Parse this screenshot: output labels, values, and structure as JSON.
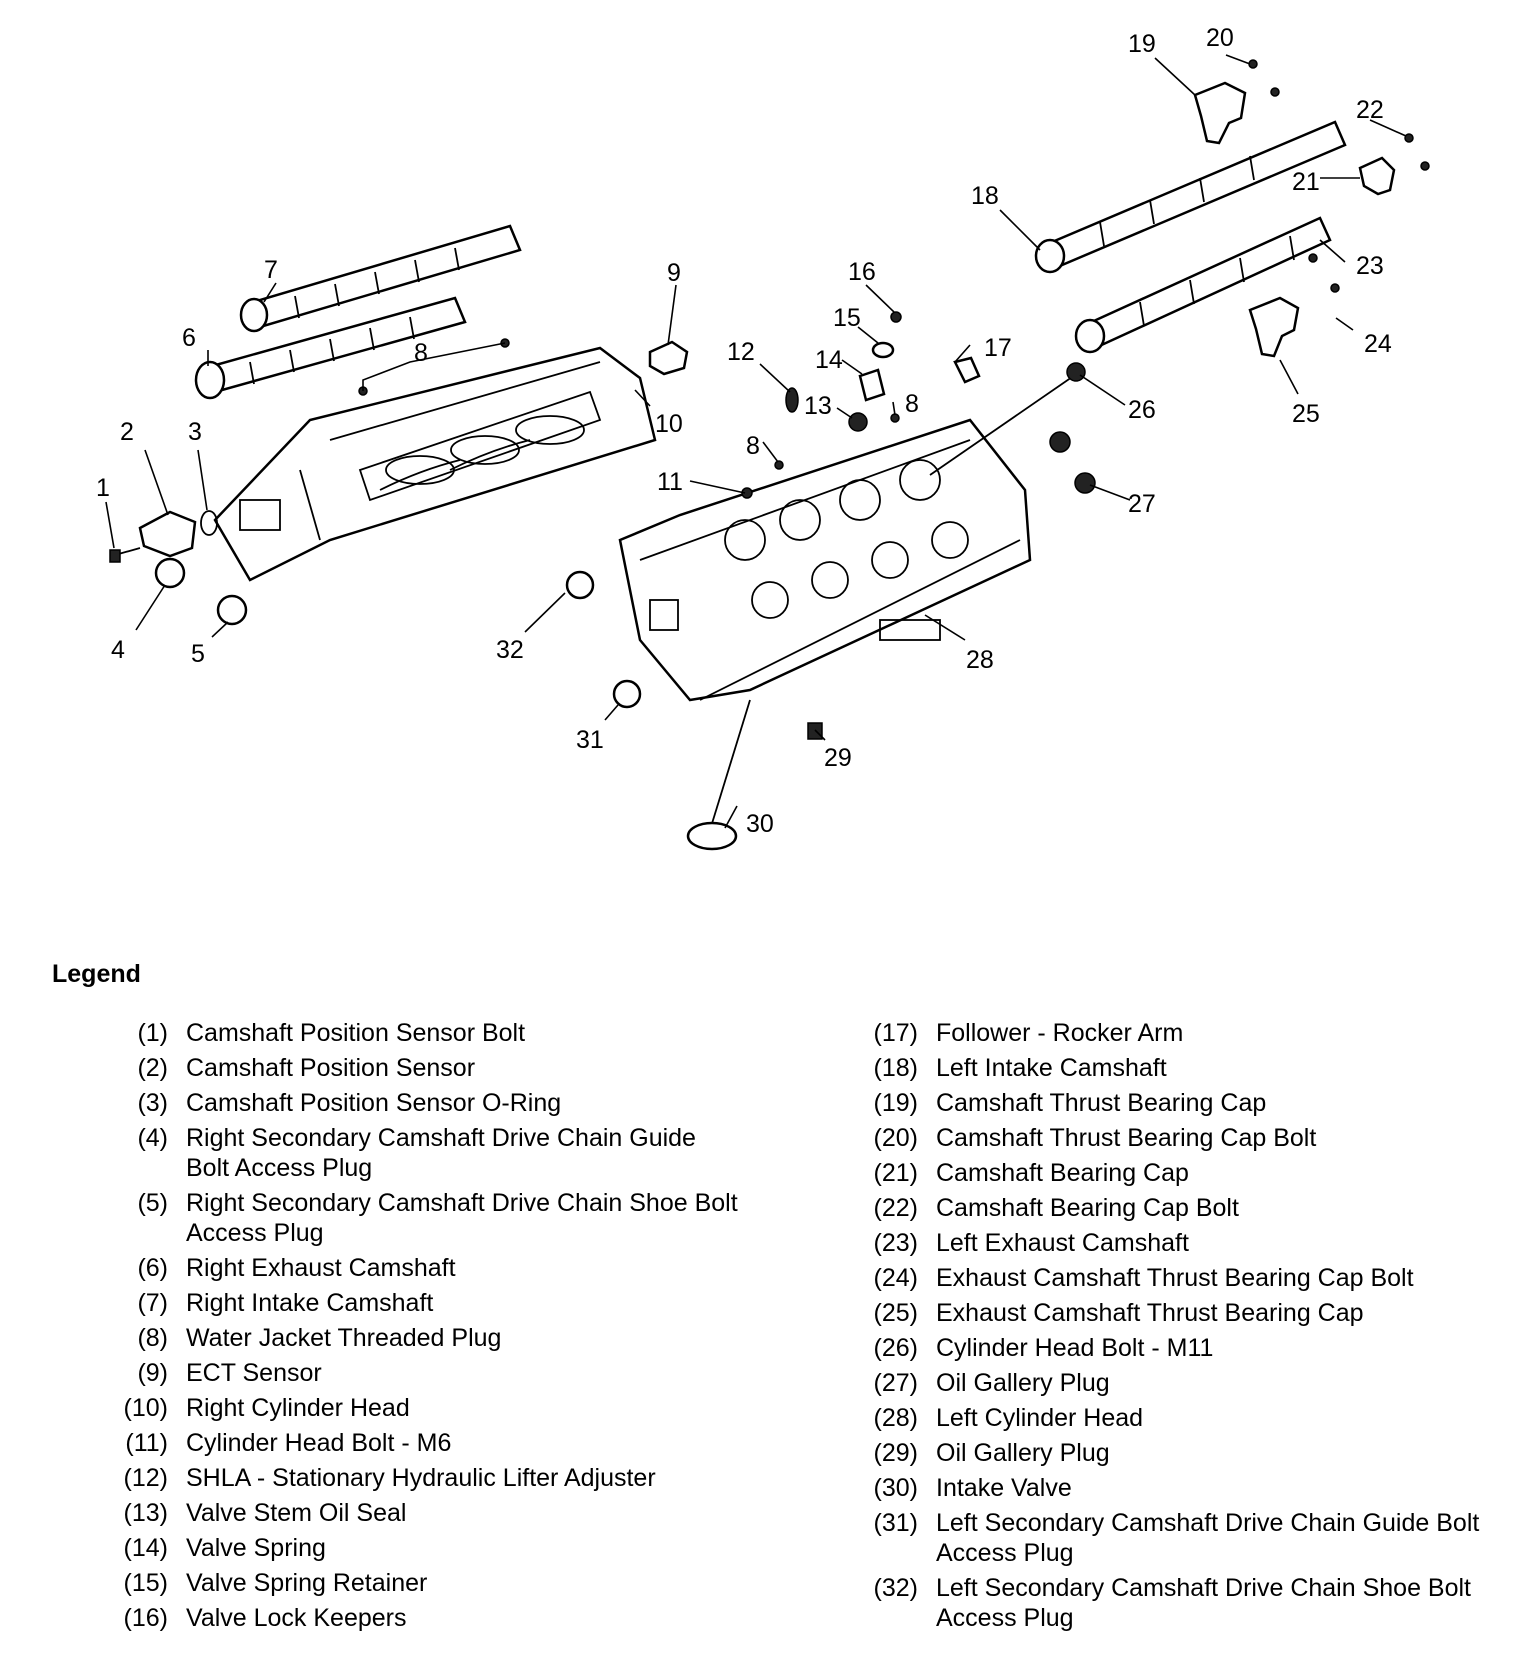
{
  "callouts": [
    {
      "num": "1"
    },
    {
      "num": "2"
    },
    {
      "num": "3"
    },
    {
      "num": "4"
    },
    {
      "num": "5"
    },
    {
      "num": "6"
    },
    {
      "num": "7"
    },
    {
      "num": "8"
    },
    {
      "num": "8"
    },
    {
      "num": "8"
    },
    {
      "num": "9"
    },
    {
      "num": "10"
    },
    {
      "num": "11"
    },
    {
      "num": "12"
    },
    {
      "num": "13"
    },
    {
      "num": "14"
    },
    {
      "num": "15"
    },
    {
      "num": "16"
    },
    {
      "num": "17"
    },
    {
      "num": "18"
    },
    {
      "num": "19"
    },
    {
      "num": "20"
    },
    {
      "num": "21"
    },
    {
      "num": "22"
    },
    {
      "num": "23"
    },
    {
      "num": "24"
    },
    {
      "num": "25"
    },
    {
      "num": "26"
    },
    {
      "num": "27"
    },
    {
      "num": "28"
    },
    {
      "num": "29"
    },
    {
      "num": "30"
    },
    {
      "num": "31"
    },
    {
      "num": "32"
    }
  ],
  "legend": {
    "title": "Legend",
    "left": [
      {
        "num": "(1)",
        "text": "Camshaft Position Sensor Bolt"
      },
      {
        "num": "(2)",
        "text": "Camshaft Position Sensor"
      },
      {
        "num": "(3)",
        "text": "Camshaft Position Sensor O-Ring"
      },
      {
        "num": "(4)",
        "text": "Right Secondary Camshaft Drive Chain Guide Bolt Access Plug"
      },
      {
        "num": "(5)",
        "text": "Right Secondary Camshaft Drive Chain Shoe Bolt Access Plug"
      },
      {
        "num": "(6)",
        "text": "Right Exhaust Camshaft"
      },
      {
        "num": "(7)",
        "text": "Right Intake Camshaft"
      },
      {
        "num": "(8)",
        "text": "Water Jacket Threaded Plug"
      },
      {
        "num": "(9)",
        "text": "ECT Sensor"
      },
      {
        "num": "(10)",
        "text": "Right Cylinder Head"
      },
      {
        "num": "(11)",
        "text": "Cylinder Head Bolt - M6"
      },
      {
        "num": "(12)",
        "text": "SHLA - Stationary Hydraulic Lifter Adjuster"
      },
      {
        "num": "(13)",
        "text": "Valve Stem Oil Seal"
      },
      {
        "num": "(14)",
        "text": "Valve Spring"
      },
      {
        "num": "(15)",
        "text": "Valve Spring Retainer"
      },
      {
        "num": "(16)",
        "text": "Valve Lock Keepers"
      }
    ],
    "right": [
      {
        "num": "(17)",
        "text": "Follower - Rocker Arm"
      },
      {
        "num": "(18)",
        "text": "Left Intake Camshaft"
      },
      {
        "num": "(19)",
        "text": "Camshaft Thrust Bearing Cap"
      },
      {
        "num": "(20)",
        "text": "Camshaft Thrust Bearing Cap Bolt"
      },
      {
        "num": "(21)",
        "text": "Camshaft Bearing Cap"
      },
      {
        "num": "(22)",
        "text": "Camshaft Bearing Cap Bolt"
      },
      {
        "num": "(23)",
        "text": "Left Exhaust Camshaft"
      },
      {
        "num": "(24)",
        "text": "Exhaust Camshaft Thrust Bearing Cap Bolt"
      },
      {
        "num": "(25)",
        "text": "Exhaust Camshaft Thrust Bearing Cap"
      },
      {
        "num": "(26)",
        "text": "Cylinder Head Bolt - M11"
      },
      {
        "num": "(27)",
        "text": "Oil Gallery Plug"
      },
      {
        "num": "(28)",
        "text": "Left Cylinder Head"
      },
      {
        "num": "(29)",
        "text": "Oil Gallery Plug"
      },
      {
        "num": "(30)",
        "text": "Intake Valve"
      },
      {
        "num": "(31)",
        "text": "Left Secondary Camshaft Drive Chain Guide Bolt Access Plug"
      },
      {
        "num": "(32)",
        "text": "Left Secondary Camshaft Drive Chain Shoe Bolt Access Plug"
      }
    ]
  }
}
